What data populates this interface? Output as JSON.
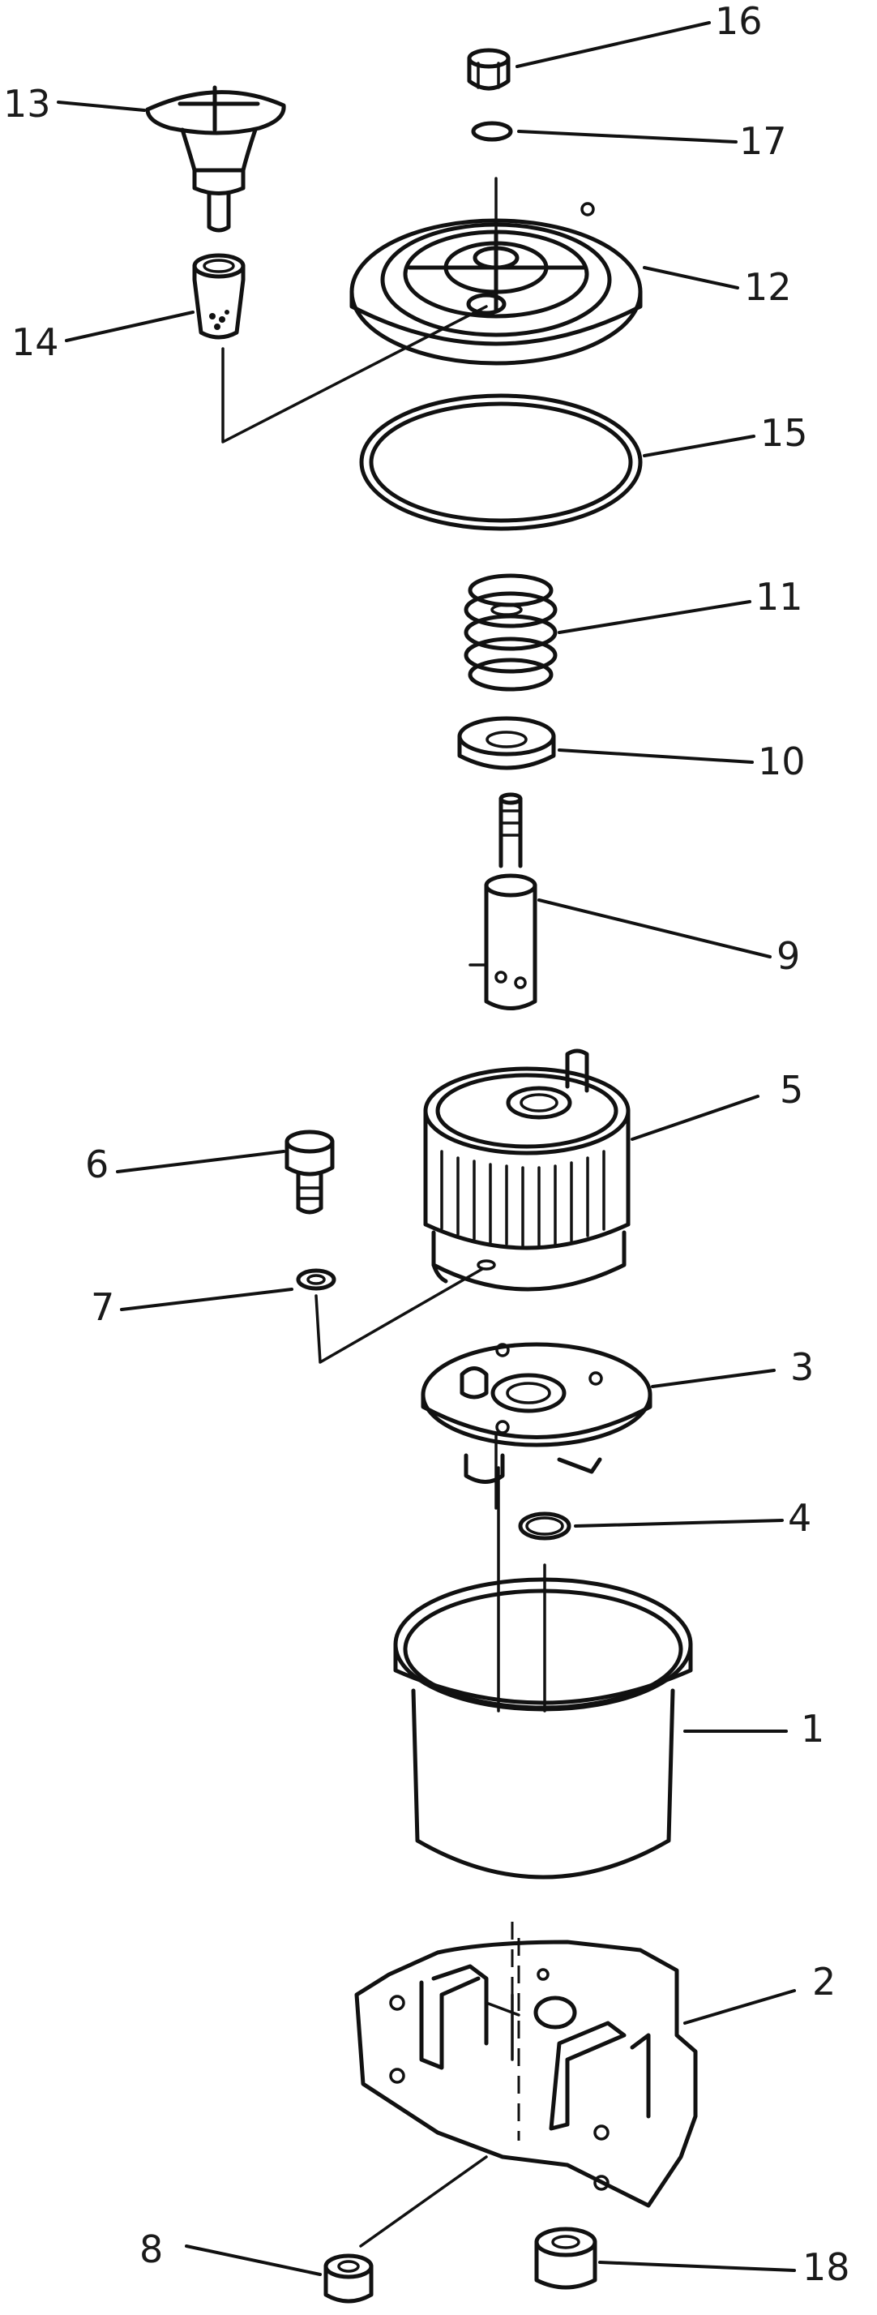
{
  "diagram": {
    "callouts": [
      {
        "id": "callout-16",
        "label": "16"
      },
      {
        "id": "callout-17",
        "label": "17"
      },
      {
        "id": "callout-13",
        "label": "13"
      },
      {
        "id": "callout-12",
        "label": "12"
      },
      {
        "id": "callout-14",
        "label": "14"
      },
      {
        "id": "callout-15",
        "label": "15"
      },
      {
        "id": "callout-11",
        "label": "11"
      },
      {
        "id": "callout-10",
        "label": "10"
      },
      {
        "id": "callout-9",
        "label": "9"
      },
      {
        "id": "callout-5",
        "label": "5"
      },
      {
        "id": "callout-6",
        "label": "6"
      },
      {
        "id": "callout-7",
        "label": "7"
      },
      {
        "id": "callout-3",
        "label": "3"
      },
      {
        "id": "callout-4",
        "label": "4"
      },
      {
        "id": "callout-1",
        "label": "1"
      },
      {
        "id": "callout-2",
        "label": "2"
      },
      {
        "id": "callout-8",
        "label": "8"
      },
      {
        "id": "callout-18",
        "label": "18"
      }
    ]
  }
}
